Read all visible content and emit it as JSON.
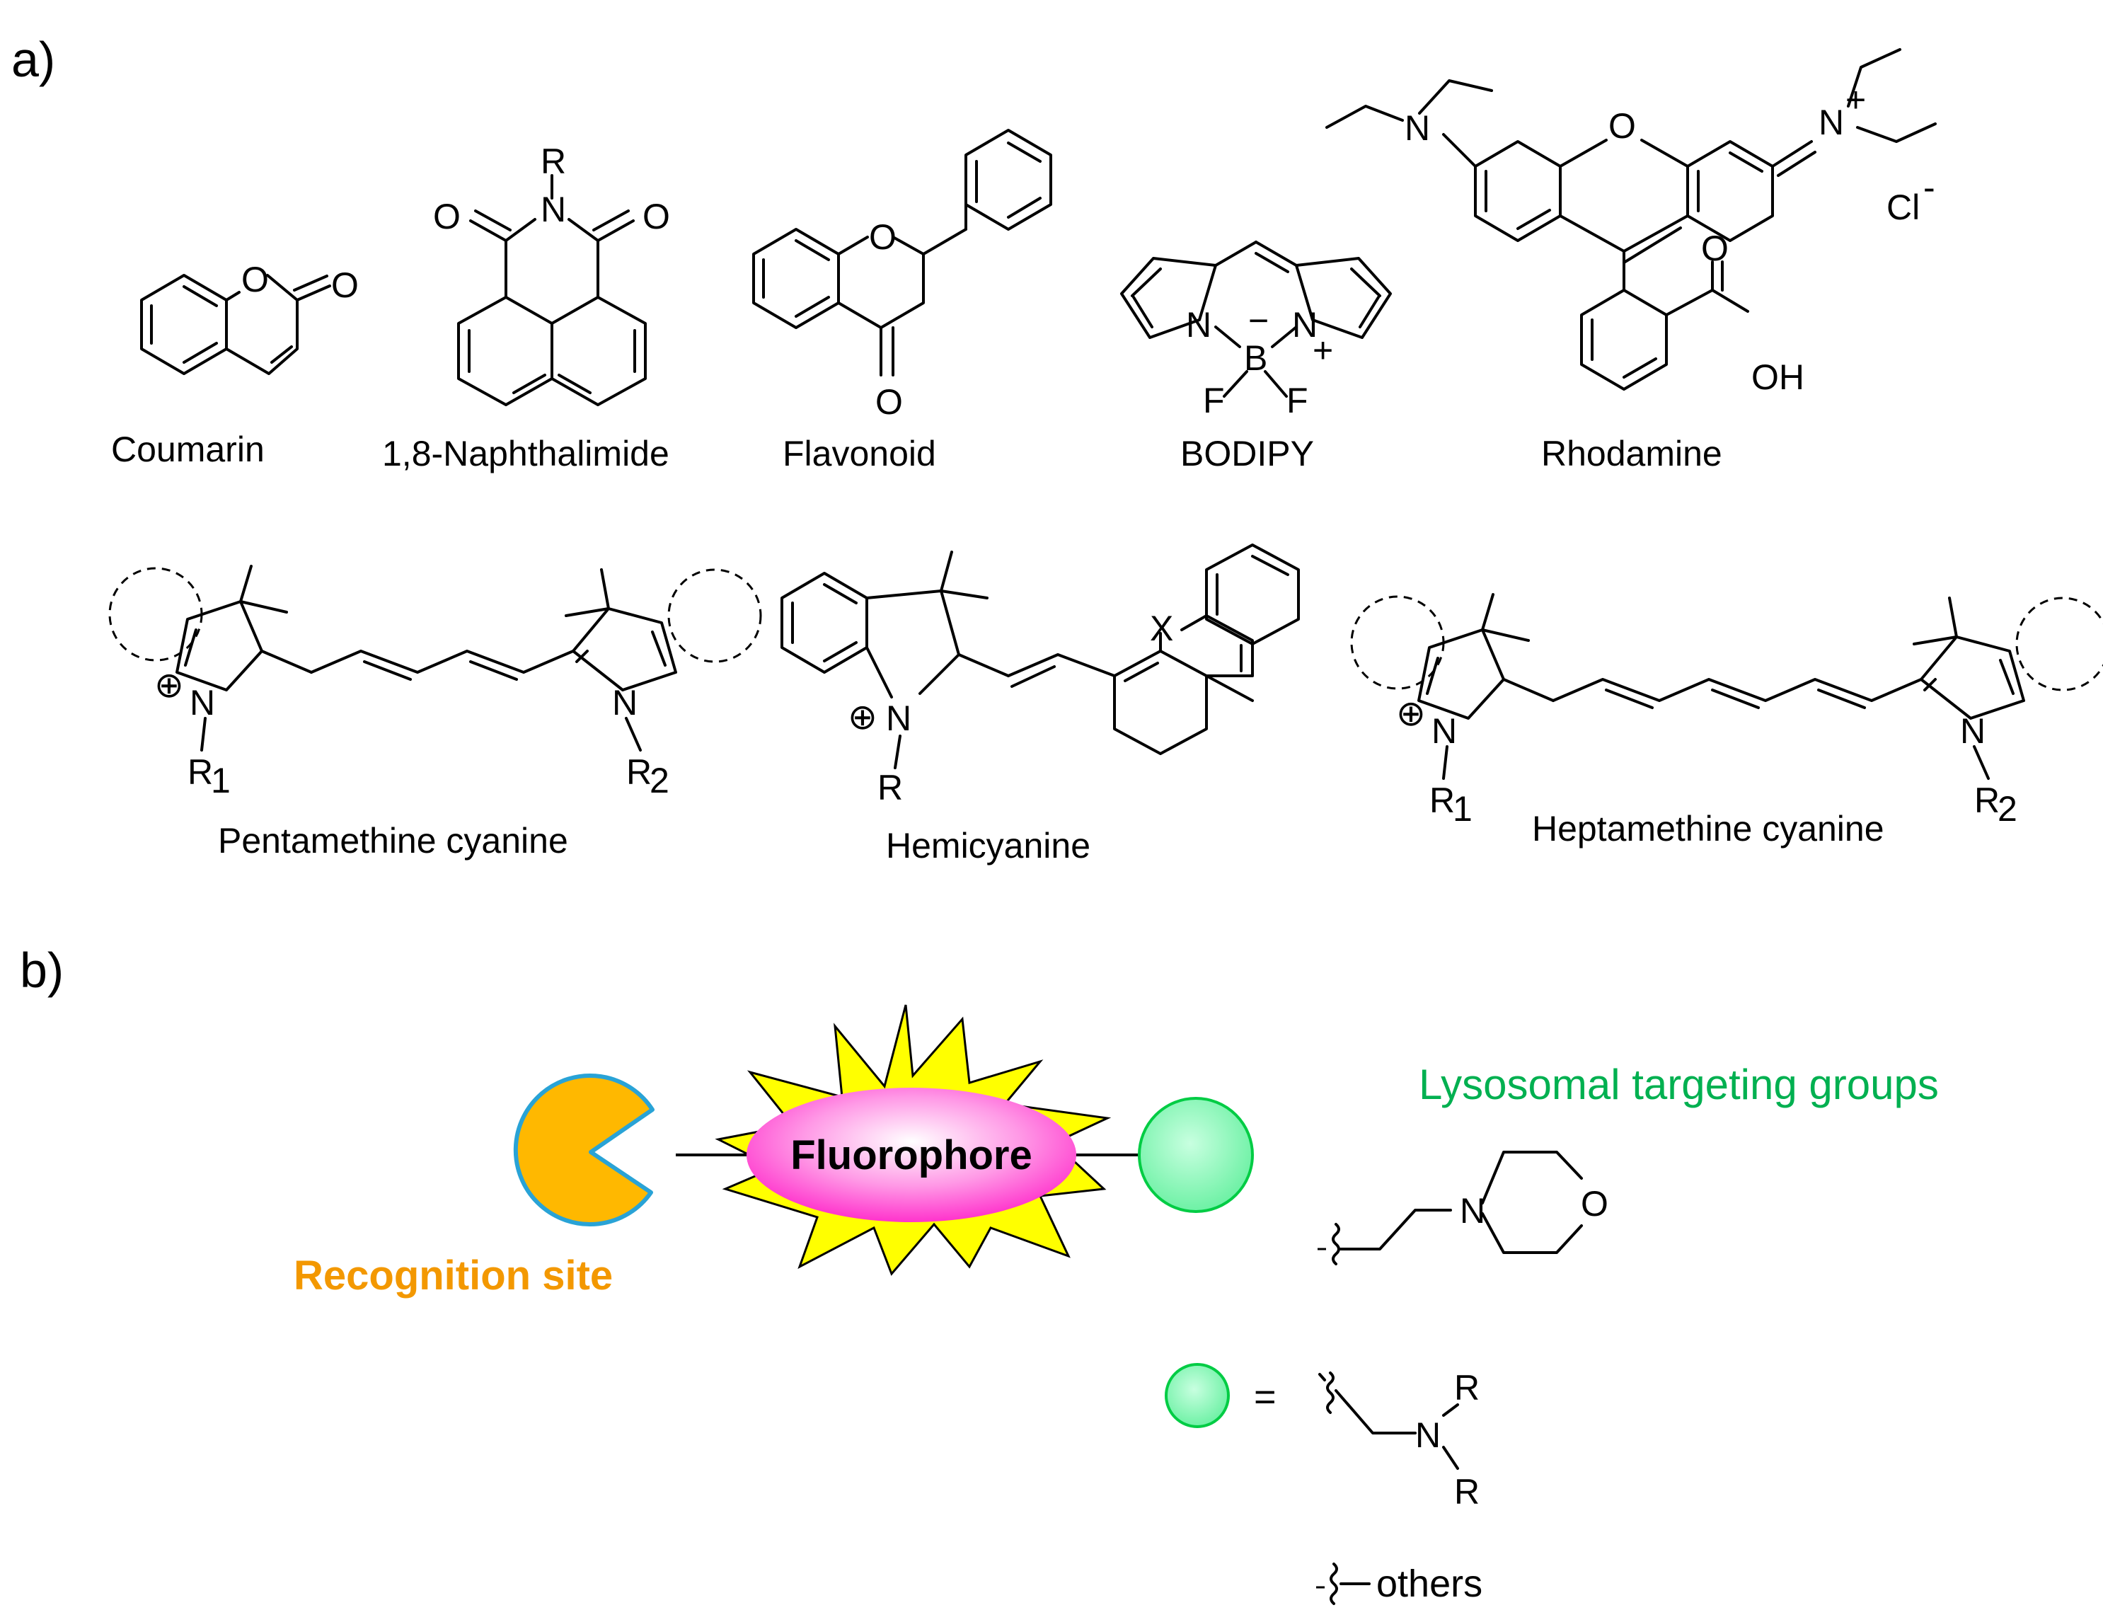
{
  "panel_a": {
    "label": "a)",
    "structures": {
      "coumarin": "Coumarin",
      "naphthalimide": "1,8-Naphthalimide",
      "flavonoid": "Flavonoid",
      "bodipy": "BODIPY",
      "rhodamine": "Rhodamine",
      "pentamethine": "Pentamethine cyanine",
      "hemicyanine": "Hemicyanine",
      "heptamethine": "Heptamethine cyanine"
    },
    "atoms": {
      "O": "O",
      "N": "N",
      "R": "R",
      "B": "B",
      "F": "F",
      "X": "X",
      "OH": "OH",
      "Cl": "Cl",
      "R1": "R",
      "R2": "R",
      "sub1": "1",
      "sub2": "2",
      "plus": "+",
      "minus": "−",
      "cl_charge": "-",
      "oplus": "⊕"
    }
  },
  "panel_b": {
    "label": "b)",
    "fluorophore": "Fluorophore",
    "recognition_site": "Recognition site",
    "targeting_title": "Lysosomal targeting groups",
    "equals": "=",
    "others": "others",
    "colors": {
      "recognition": "#f39800",
      "recognition_fill": "#ffb800",
      "recognition_stroke": "#29a3d6",
      "targeting": "#00b050",
      "targeting_fill": "#7dffb0",
      "fluorophore_fill": "#ff33cc",
      "starburst": "#ffff00"
    }
  }
}
